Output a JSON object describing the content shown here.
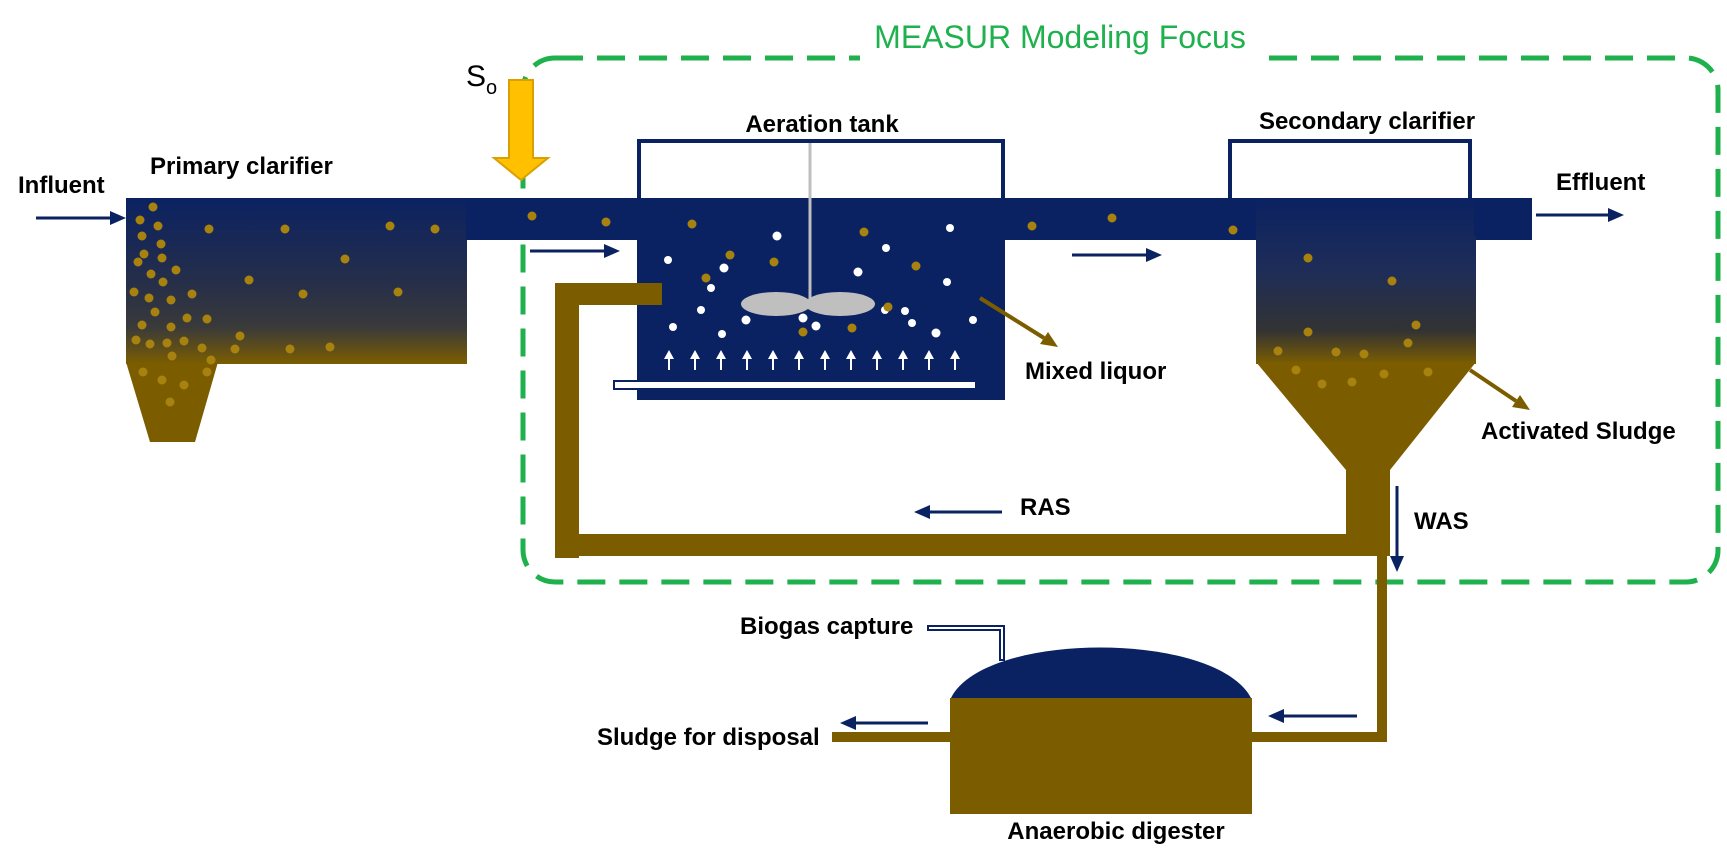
{
  "labels": {
    "focus_title": "MEASUR Modeling Focus",
    "so_main": "S",
    "so_sub": "o",
    "influent": "Influent",
    "primary_clarifier": "Primary clarifier",
    "aeration_tank": "Aeration tank",
    "secondary_clarifier": "Secondary clarifier",
    "effluent": "Effluent",
    "mixed_liquor": "Mixed liquor",
    "activated_sludge": "Activated Sludge",
    "ras": "RAS",
    "was": "WAS",
    "biogas_capture": "Biogas capture",
    "sludge_for_disposal": "Sludge for disposal",
    "anaerobic_digester": "Anaerobic digester"
  },
  "colors": {
    "water_navy": "#0b2262",
    "sludge_brown": "#7b5d00",
    "sludge_particle": "#a8820f",
    "focus_green": "#1fb14d",
    "arrow_navy": "#0b2262",
    "so_arrow_fill": "#ffc000",
    "so_arrow_stroke": "#d9a100",
    "bubble_white": "#ffffff",
    "impeller_gray": "#bfbfbf"
  }
}
